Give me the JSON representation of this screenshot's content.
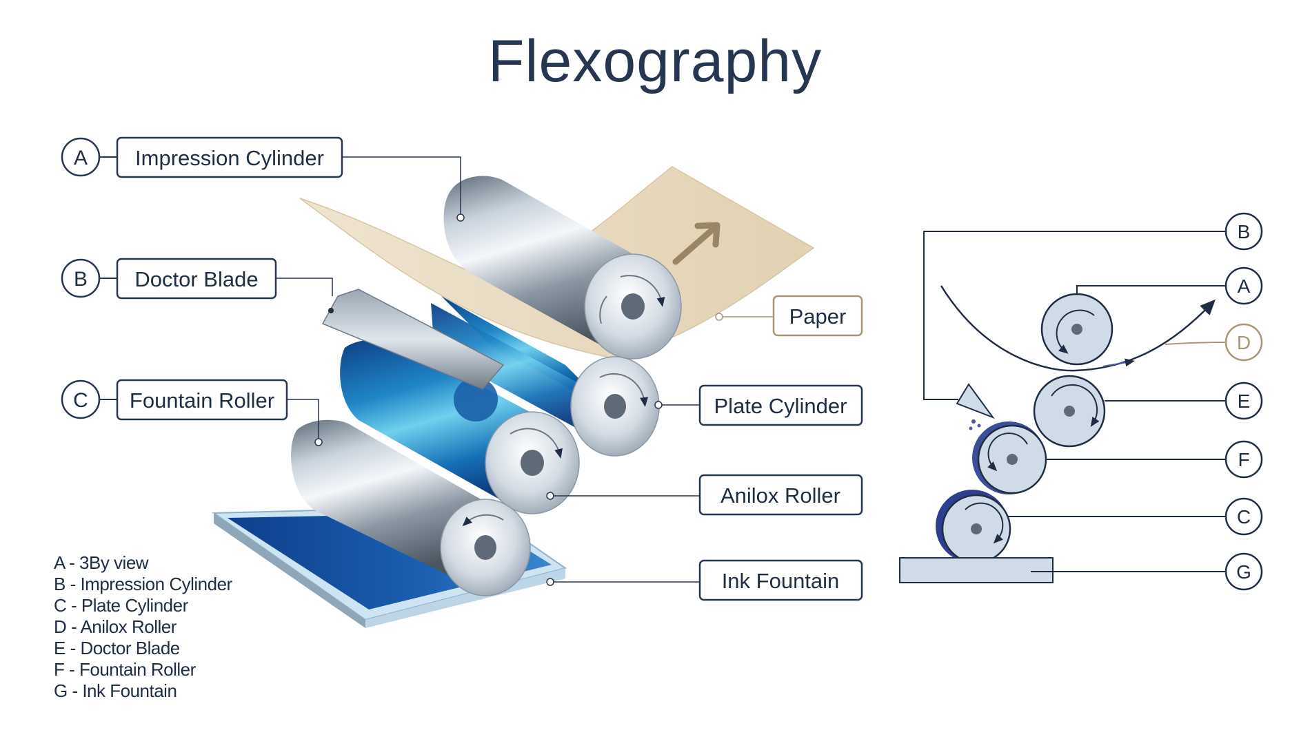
{
  "title": "Flexography",
  "callouts": [
    {
      "letter": "A",
      "label": "Impression Cylinder"
    },
    {
      "letter": "B",
      "label": "Doctor Blade"
    },
    {
      "letter": "C",
      "label": "Fountain Roller"
    }
  ],
  "right_labels": {
    "paper": "Paper",
    "plate": "Plate Cylinder",
    "anilox": "Anilox Roller",
    "ink": "Ink Fountain"
  },
  "schematic_letters": {
    "b": "B",
    "a": "A",
    "d": "D",
    "e": "E",
    "f": "F",
    "c": "C",
    "g": "G"
  },
  "legend": [
    "A - 3By view",
    "B - Impression Cylinder",
    "C - Plate Cylinder",
    "D - Anilox Roller",
    "E - Doctor Blade",
    "F - Fountain Roller",
    "G - Ink Fountain"
  ],
  "colors": {
    "navy": "#263550",
    "paper": "#e6d7bc",
    "paper_label": "#a89677",
    "ink_blue": "#1a5fb0"
  }
}
